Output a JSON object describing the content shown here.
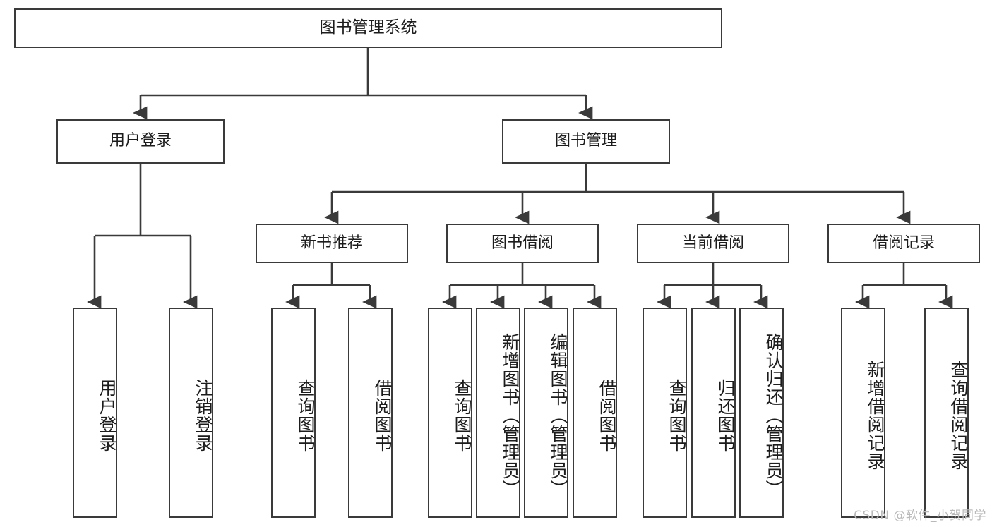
{
  "diagram": {
    "title": "图书管理系统",
    "type": "tree",
    "background": "#ffffff",
    "line_color": "#3a3a3a",
    "box_border_color": "#3a3a3a",
    "box_fill": "#ffffff",
    "text_color": "#1c1c1c"
  },
  "nodes": {
    "root": {
      "label": "图书管理系统",
      "level": 1
    },
    "level2": [
      {
        "id": "user_login",
        "label": "用户登录"
      },
      {
        "id": "book_mgmt",
        "label": "图书管理"
      }
    ],
    "level3": [
      {
        "id": "new_book_rec",
        "label": "新书推荐",
        "parent": "book_mgmt"
      },
      {
        "id": "book_borrow",
        "label": "图书借阅",
        "parent": "book_mgmt"
      },
      {
        "id": "current_borrow",
        "label": "当前借阅",
        "parent": "book_mgmt"
      },
      {
        "id": "borrow_record",
        "label": "借阅记录",
        "parent": "book_mgmt"
      }
    ],
    "leaves": [
      {
        "id": "leaf_user_login",
        "label": "用户登录",
        "parent": "user_login"
      },
      {
        "id": "leaf_logout",
        "label": "注销登录",
        "parent": "user_login"
      },
      {
        "id": "leaf_rec_query",
        "label": "查询图书",
        "parent": "new_book_rec"
      },
      {
        "id": "leaf_rec_borrow",
        "label": "借阅图书",
        "parent": "new_book_rec"
      },
      {
        "id": "leaf_bb_query",
        "label": "查询图书",
        "parent": "book_borrow"
      },
      {
        "id": "leaf_bb_add",
        "label": "新增图书（管理员）",
        "parent": "book_borrow"
      },
      {
        "id": "leaf_bb_edit",
        "label": "编辑图书（管理员）",
        "parent": "book_borrow"
      },
      {
        "id": "leaf_bb_borrow",
        "label": "借阅图书",
        "parent": "book_borrow"
      },
      {
        "id": "leaf_cb_query",
        "label": "查询图书",
        "parent": "current_borrow"
      },
      {
        "id": "leaf_cb_return",
        "label": "归还图书",
        "parent": "current_borrow"
      },
      {
        "id": "leaf_cb_confirm",
        "label": "确认归还（管理员）",
        "parent": "current_borrow"
      },
      {
        "id": "leaf_br_add",
        "label": "新增借阅记录",
        "parent": "borrow_record"
      },
      {
        "id": "leaf_br_query",
        "label": "查询借阅记录",
        "parent": "borrow_record"
      }
    ]
  },
  "watermark": {
    "text": "CSDN @软件_小贺同学"
  }
}
